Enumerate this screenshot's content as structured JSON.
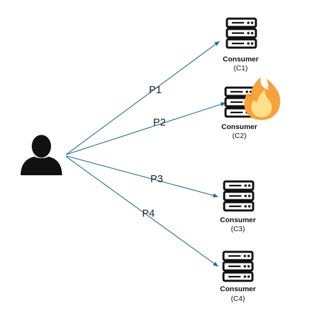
{
  "diagram": {
    "producer": {
      "icon": "user-icon"
    },
    "paths": [
      {
        "label": "P1",
        "target": "C1"
      },
      {
        "label": "P2",
        "target": "C2"
      },
      {
        "label": "P3",
        "target": "C3"
      },
      {
        "label": "P4",
        "target": "C4"
      }
    ],
    "consumers": [
      {
        "id": "C1",
        "name": "Consumer",
        "sub": "(C1)",
        "icon": "server-stack-icon",
        "status": "normal"
      },
      {
        "id": "C2",
        "name": "Consumer",
        "sub": "(C2)",
        "icon": "server-stack-icon",
        "status": "on-fire"
      },
      {
        "id": "C3",
        "name": "Consumer",
        "sub": "(C3)",
        "icon": "server-stack-icon",
        "status": "normal"
      },
      {
        "id": "C4",
        "name": "Consumer",
        "sub": "(C4)",
        "icon": "server-stack-icon",
        "status": "normal"
      }
    ],
    "colors": {
      "edge": "#1f6f99",
      "icon": "#111111",
      "fire_outer": "#f7a23b",
      "fire_inner": "#fde08a"
    }
  }
}
